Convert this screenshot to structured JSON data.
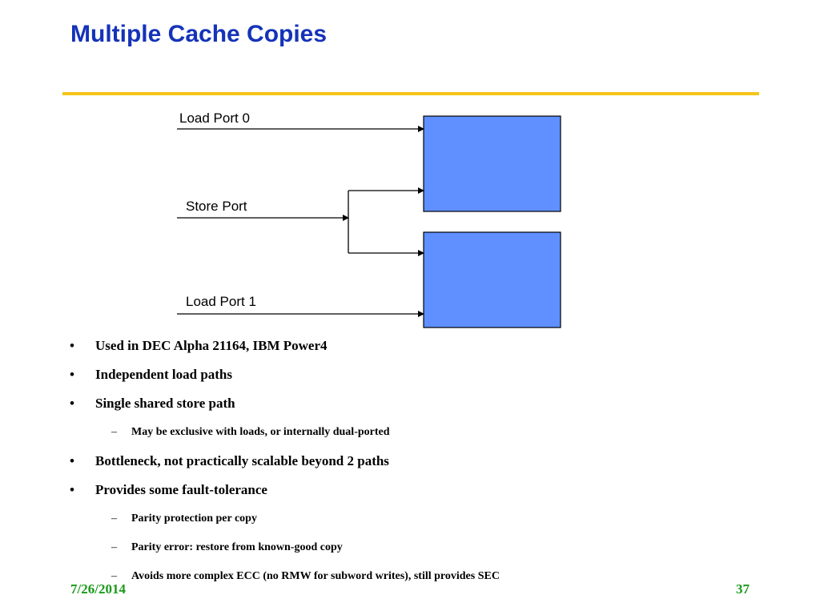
{
  "slide": {
    "title": "Multiple Cache Copies",
    "date": "7/26/2014",
    "page_number": "37"
  },
  "diagram": {
    "ports": [
      {
        "label": "Load Port 0"
      },
      {
        "label": "Store Port"
      },
      {
        "label": "Load Port 1"
      }
    ],
    "cache_fill_color": "#6090ff",
    "accent_rule_color": "#f5c518"
  },
  "bullets": [
    {
      "level": 1,
      "text": "Used in DEC Alpha 21164, IBM Power4"
    },
    {
      "level": 1,
      "text": "Independent load paths"
    },
    {
      "level": 1,
      "text": "Single shared store path"
    },
    {
      "level": 2,
      "text": "May be exclusive with loads, or internally dual-ported"
    },
    {
      "level": 1,
      "text": "Bottleneck, not practically scalable beyond 2 paths"
    },
    {
      "level": 1,
      "text": "Provides some fault-tolerance"
    },
    {
      "level": 2,
      "text": "Parity protection per copy"
    },
    {
      "level": 2,
      "text": "Parity error: restore from known-good copy"
    },
    {
      "level": 2,
      "text": "Avoids more complex ECC (no RMW for subword writes), still provides SEC"
    }
  ]
}
